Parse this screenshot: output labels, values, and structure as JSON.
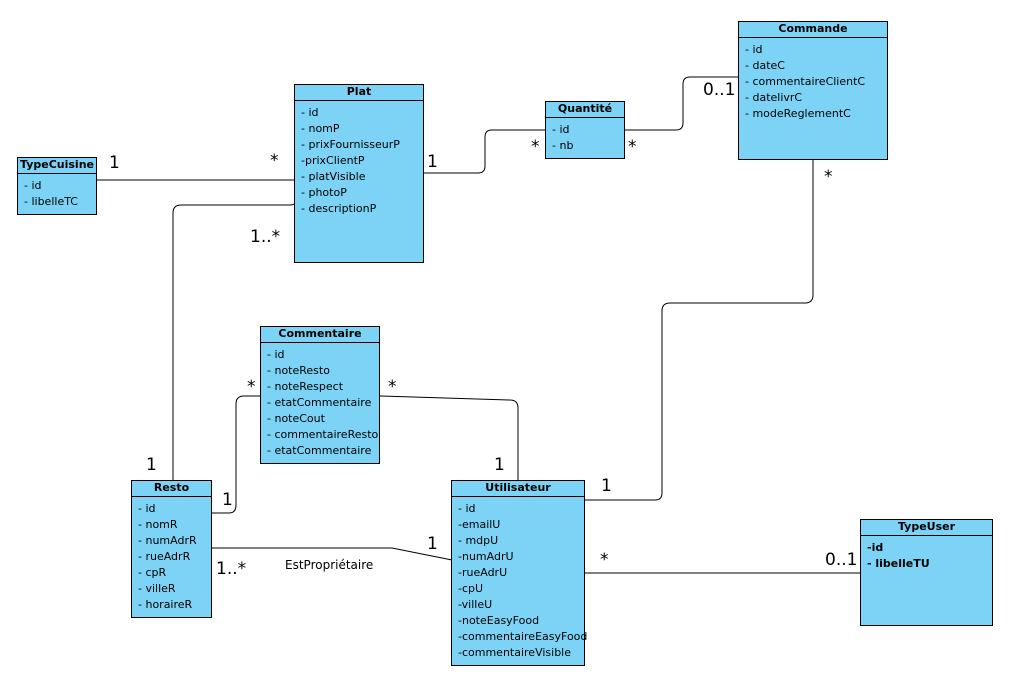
{
  "classes": {
    "typecuisine": {
      "name": "TypeCuisine",
      "attrs": [
        "- id",
        "- libelleTC"
      ]
    },
    "plat": {
      "name": "Plat",
      "attrs": [
        "- id",
        "- nomP",
        "- prixFournisseurP",
        "-prixClientP",
        "- platVisible",
        "- photoP",
        "- descriptionP"
      ]
    },
    "quantite": {
      "name": "Quantité",
      "attrs": [
        "- id",
        "- nb"
      ]
    },
    "commande": {
      "name": "Commande",
      "attrs": [
        "- id",
        "- dateC",
        "- commentaireClientC",
        "- datelivrC",
        "- modeReglementC"
      ]
    },
    "commentaire": {
      "name": "Commentaire",
      "attrs": [
        "- id",
        "- noteResto",
        "- noteRespect",
        "- etatCommentaire",
        "- noteCout",
        "- commentaireResto",
        "- etatCommentaire"
      ]
    },
    "resto": {
      "name": "Resto",
      "attrs": [
        "- id",
        "- nomR",
        "- numAdrR",
        "- rueAdrR",
        "- cpR",
        "- villeR",
        "- horaireR"
      ]
    },
    "utilisateur": {
      "name": "Utilisateur",
      "attrs": [
        "- id",
        "-emailU",
        "- mdpU",
        "-numAdrU",
        "-rueAdrU",
        "-cpU",
        "-villeU",
        "-noteEasyFood",
        "-commentaireEasyFood",
        "-commentaireVisible"
      ]
    },
    "typeuser": {
      "name": "TypeUser",
      "attrs": [
        "-id",
        "- libelleTU"
      ]
    }
  },
  "multiplicities": {
    "typecuisine_plat_a": "1",
    "typecuisine_plat_b": "*",
    "plat_quantite_a": "1",
    "plat_quantite_b": "*",
    "quantite_commande_a": "*",
    "quantite_commande_b": "0..1",
    "plat_resto_a": "1..*",
    "plat_resto_b": "1",
    "commande_utilisateur_a": "*",
    "commande_utilisateur_b": "1",
    "commentaire_resto_a": "*",
    "commentaire_resto_b": "1",
    "commentaire_utilisateur_a": "*",
    "commentaire_utilisateur_b": "1",
    "resto_utilisateur_a": "1..*",
    "resto_utilisateur_b": "1",
    "utilisateur_typeuser_a": "*",
    "utilisateur_typeuser_b": "0..1"
  },
  "association_labels": {
    "resto_utilisateur": "EstPropriétaire"
  },
  "colors": {
    "class_fill": "#7dd3f5",
    "line": "#000000"
  }
}
